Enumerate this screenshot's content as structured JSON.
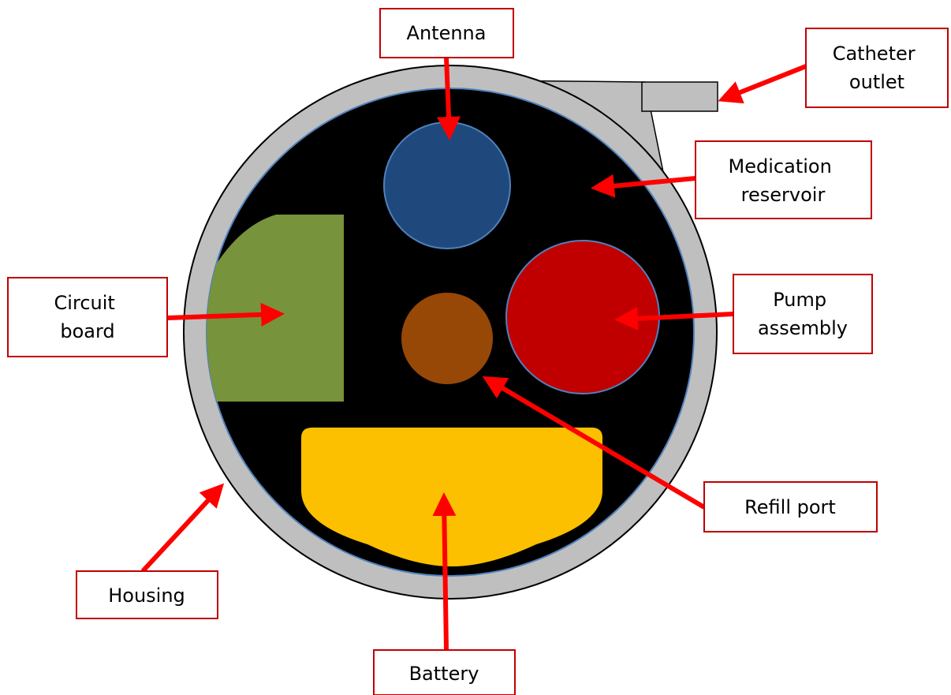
{
  "labels": {
    "antenna": "Antenna",
    "catheter_outlet": [
      "Catheter",
      "outlet"
    ],
    "medication_reservoir": [
      "Medication",
      "reservoir"
    ],
    "circuit_board": [
      "Circuit",
      "board"
    ],
    "pump_assembly": [
      "Pump",
      "assembly"
    ],
    "refill_port": "Refill port",
    "housing": "Housing",
    "battery": "Battery"
  },
  "colors": {
    "housing": "#bfbfbf",
    "reservoir": "#000000",
    "antenna": "#1f497d",
    "pump_assembly": "#c00000",
    "refill_port": "#974806",
    "circuit_board": "#77933c",
    "battery": "#fcc000",
    "arrow": "#ff0000",
    "label_border": "#c00000"
  }
}
